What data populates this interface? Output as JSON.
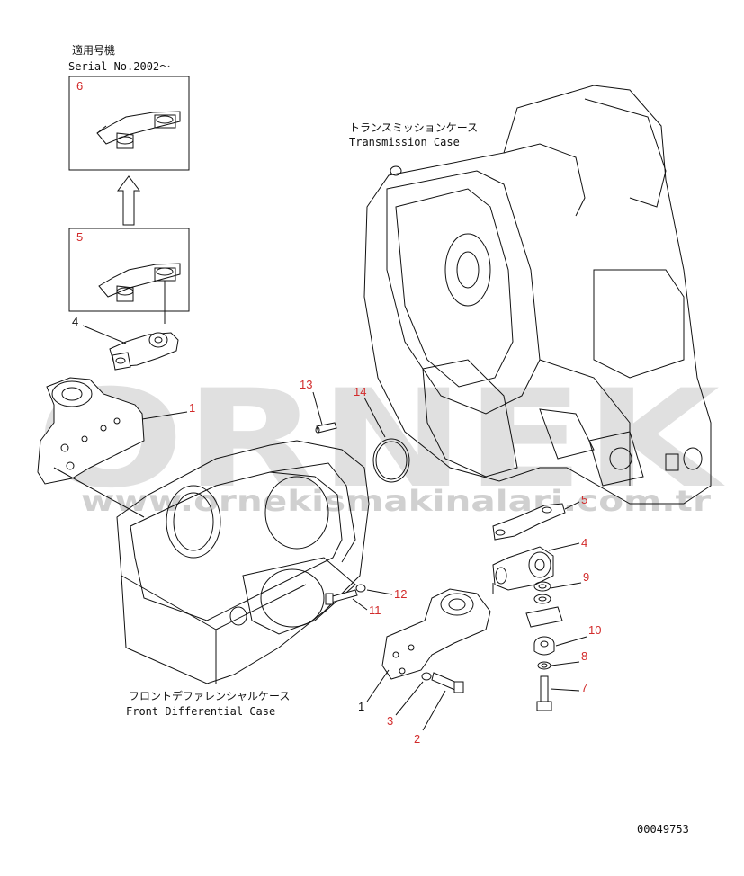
{
  "header": {
    "applicable_model_jp": "適用号機",
    "serial_note": "Serial No.2002～"
  },
  "labels": {
    "transmission_case_jp": "トランスミッションケース",
    "transmission_case_en": "Transmission Case",
    "front_diff_case_jp": "フロントデファレンシャルケース",
    "front_diff_case_en": "Front Differential Case"
  },
  "callouts": {
    "p1a": "1",
    "p1b": "1",
    "p2": "2",
    "p3": "3",
    "p4a": "4",
    "p4b": "4",
    "p5a": "5",
    "p5b": "5",
    "p6": "6",
    "p7": "7",
    "p8": "8",
    "p9": "9",
    "p10": "10",
    "p11": "11",
    "p12": "12",
    "p13": "13",
    "p14": "14"
  },
  "watermark": {
    "main": "ORNEK",
    "sub": "www.ornekismakinalari.com.tr"
  },
  "drawing_number": "00049753",
  "colors": {
    "callout_black": "#111111",
    "callout_red": "#d22a2a",
    "watermark_gray": "#bbbbbb"
  }
}
